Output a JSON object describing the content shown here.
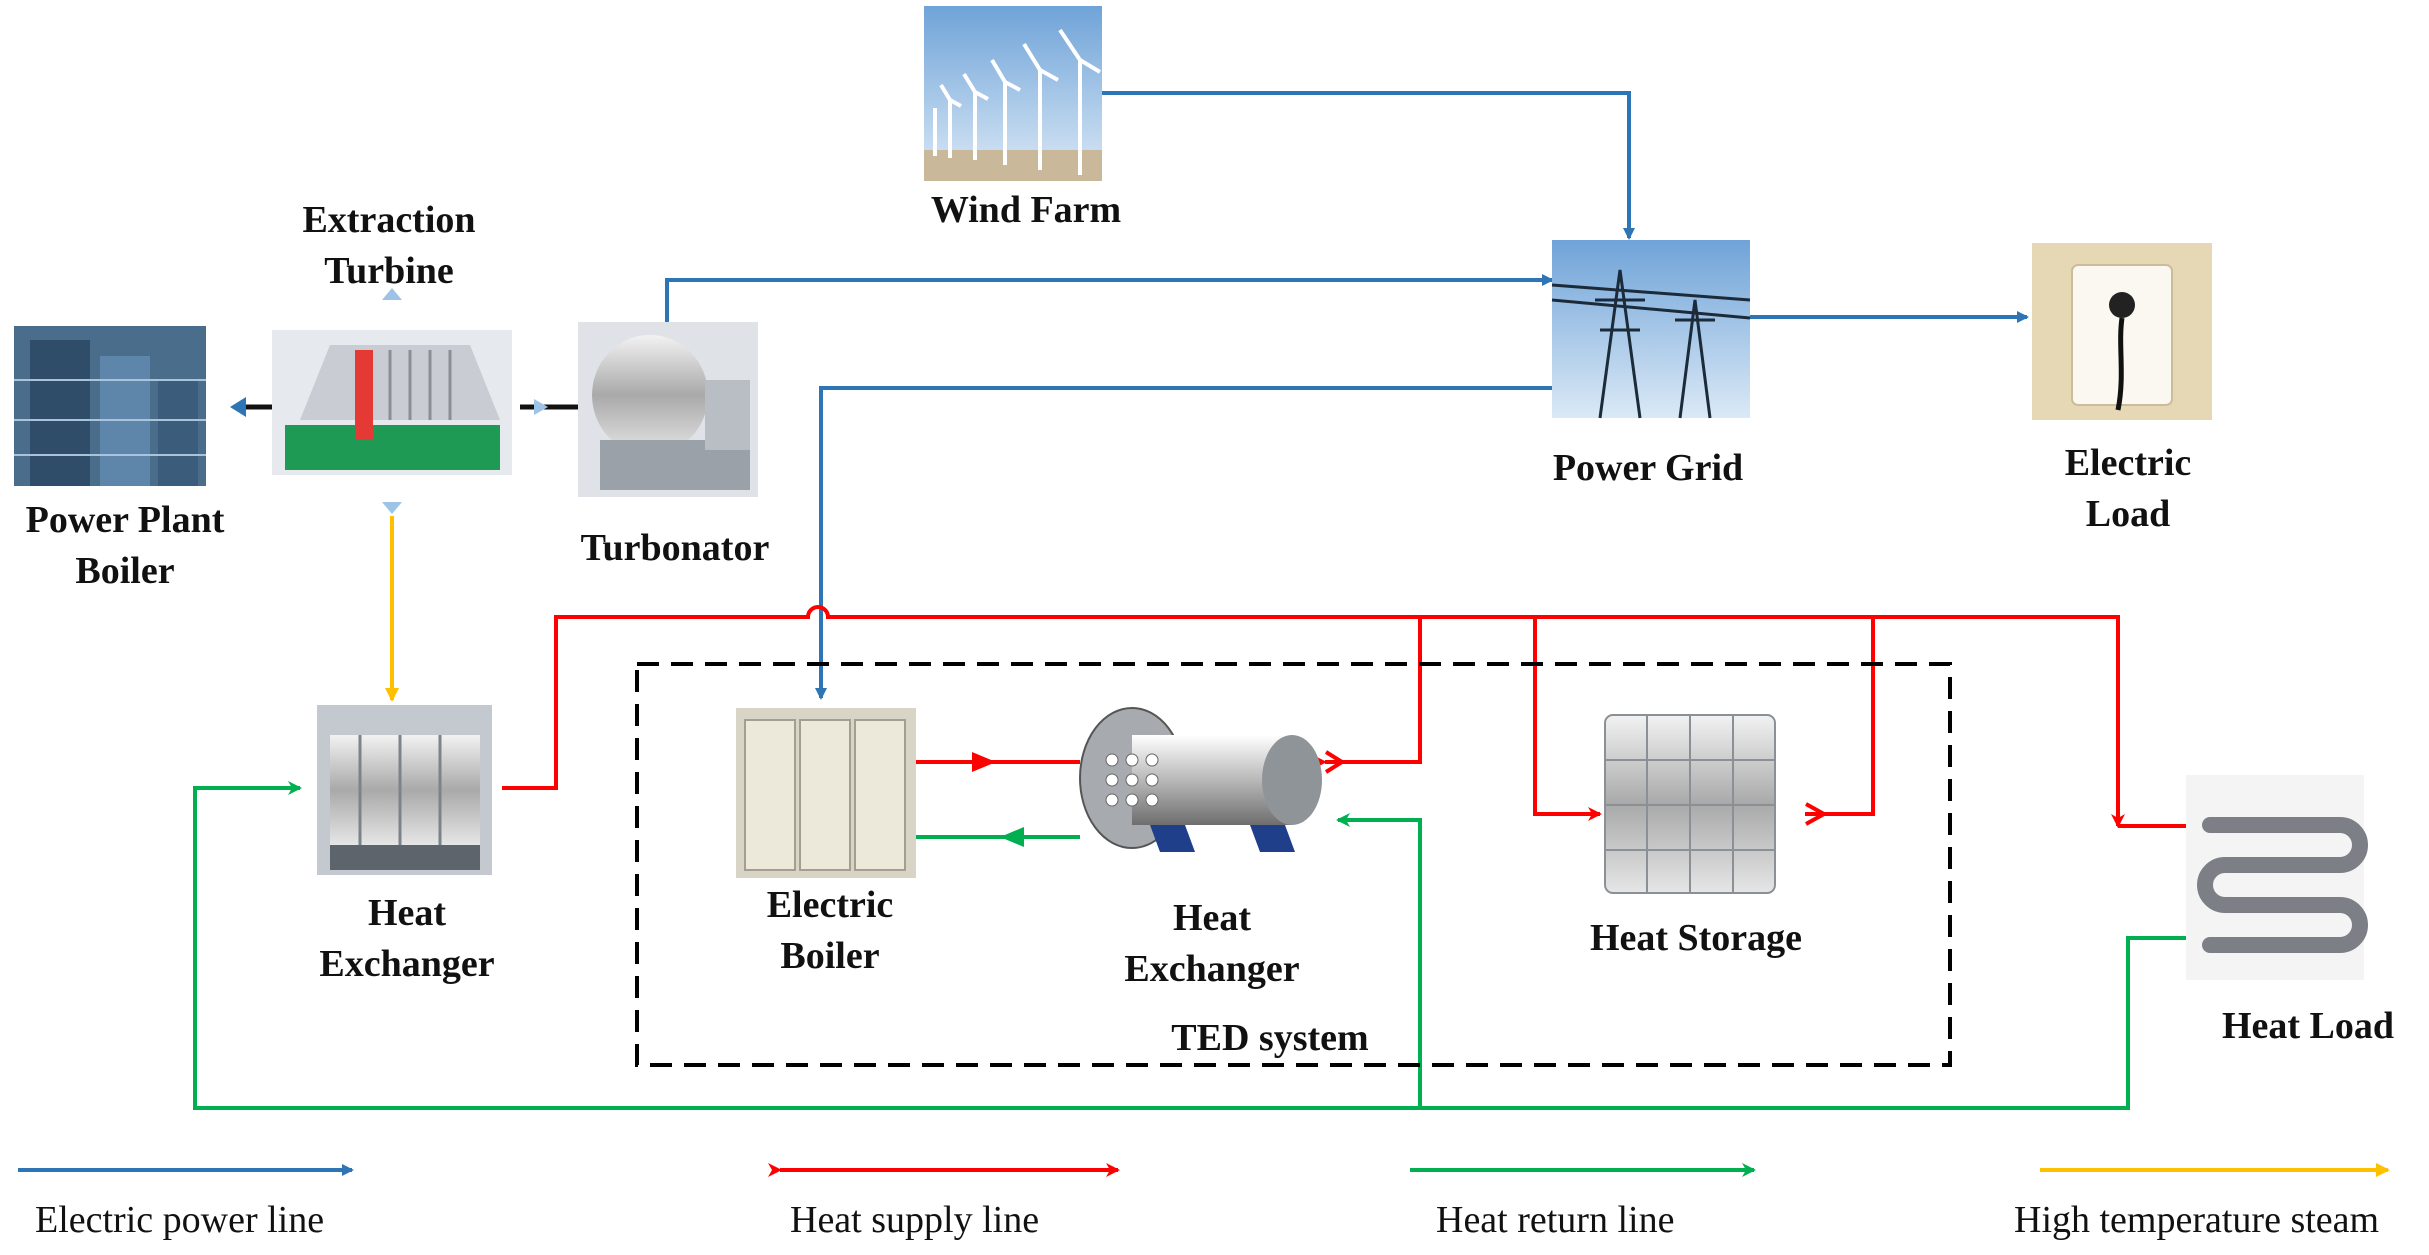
{
  "colors": {
    "electric": "#2e75b6",
    "heat_supply": "#ff0000",
    "heat_return": "#00b050",
    "steam": "#ffc000",
    "ted_border": "#000000"
  },
  "nodes": {
    "wind_farm": "Wind Farm",
    "extraction_turbine_1": "Extraction",
    "extraction_turbine_2": "Turbine",
    "power_plant_boiler_1": "Power Plant",
    "power_plant_boiler_2": "Boiler",
    "turbonator": "Turbonator",
    "power_grid": "Power Grid",
    "electric_load_1": "Electric",
    "electric_load_2": "Load",
    "heat_exchanger_left_1": "Heat",
    "heat_exchanger_left_2": "Exchanger",
    "electric_boiler_1": "Electric",
    "electric_boiler_2": "Boiler",
    "heat_exchanger_ted_1": "Heat",
    "heat_exchanger_ted_2": "Exchanger",
    "heat_storage": "Heat Storage",
    "heat_load": "Heat Load",
    "ted_system": "TED system"
  },
  "legend": {
    "electric": "Electric power line",
    "heat_supply": "Heat supply line",
    "heat_return": "Heat return line",
    "steam": "High temperature steam"
  },
  "icons": {
    "wind_farm": "wind-turbine-icon",
    "boiler": "power-plant-icon",
    "extraction_turbine": "steam-turbine-icon",
    "turbonator": "generator-icon",
    "power_grid": "transmission-tower-icon",
    "electric_load": "power-outlet-icon",
    "heat_exchanger": "heat-exchanger-icon",
    "electric_boiler": "electric-boiler-icon",
    "heat_storage": "storage-tank-icon",
    "heat_load": "radiator-icon"
  }
}
